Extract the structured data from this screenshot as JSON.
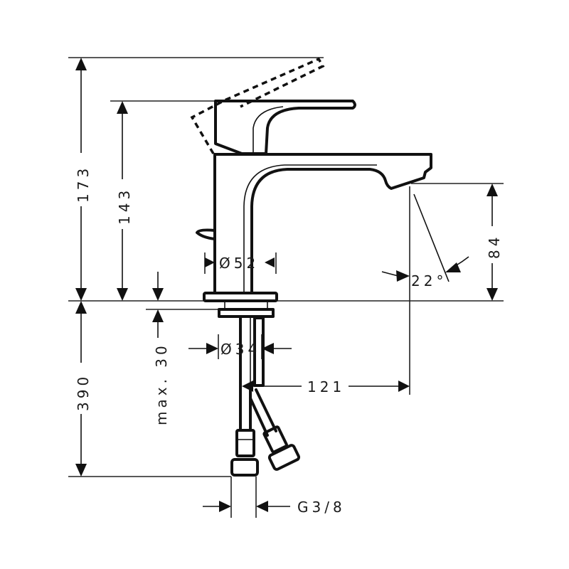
{
  "drawing": {
    "title": "Basin mixer technical drawing (side elevation)",
    "units": "mm",
    "stroke_color": "#111111",
    "background_color": "#ffffff"
  },
  "dimensions": {
    "total_height": "173",
    "handle_height": "143",
    "spout_clearance": "84",
    "spout_angle": "22°",
    "body_diameter": "Ø52",
    "shank_diameter": "Ø34",
    "hose_length": "390",
    "max_counter_thickness": "max. 30",
    "spout_projection": "121",
    "connection_thread": "G3/8"
  }
}
